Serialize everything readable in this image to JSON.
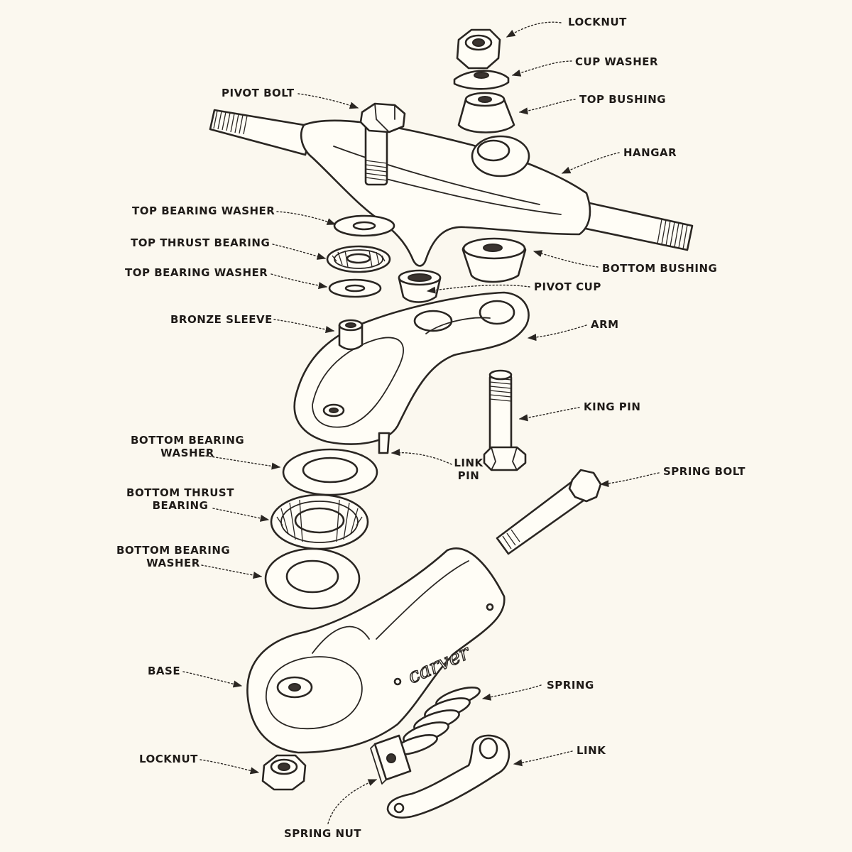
{
  "labels": {
    "locknut_top": "LOCKNUT",
    "cup_washer": "CUP WASHER",
    "top_bushing": "TOP BUSHING",
    "pivot_bolt": "PIVOT BOLT",
    "hangar": "HANGAR",
    "top_bearing_washer_1": "TOP BEARING WASHER",
    "top_thrust_bearing": "TOP THRUST BEARING",
    "top_bearing_washer_2": "TOP BEARING WASHER",
    "bottom_bushing": "BOTTOM BUSHING",
    "pivot_cup": "PIVOT CUP",
    "bronze_sleeve": "BRONZE SLEEVE",
    "arm": "ARM",
    "king_pin": "KING PIN",
    "bottom_bearing_washer_1": "BOTTOM BEARING\nWASHER",
    "link_pin": "LINK\nPIN",
    "spring_bolt": "SPRING BOLT",
    "bottom_thrust_bearing": "BOTTOM THRUST\nBEARING",
    "bottom_bearing_washer_2": "BOTTOM BEARING\nWASHER",
    "base": "BASE",
    "spring": "SPRING",
    "link": "LINK",
    "locknut_bottom": "LOCKNUT",
    "spring_nut": "SPRING NUT"
  },
  "brand_mark": "carver",
  "colors": {
    "ink": "#2a2622",
    "paper": "#fbf8ef",
    "fill": "#fffdf6"
  }
}
